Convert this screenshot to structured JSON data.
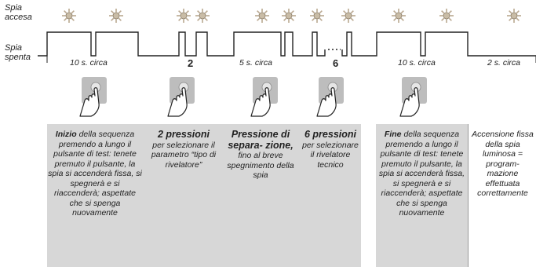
{
  "labels": {
    "spia_accesa": [
      "Spia",
      "accesa"
    ],
    "spia_spenta": [
      "Spia",
      "spenta"
    ]
  },
  "durations": {
    "d1": "10 s. circa",
    "d2": "5 s. circa",
    "d3": "10 s. circa",
    "d4": "2 s. circa"
  },
  "counts": {
    "c1": "2",
    "c2": "6"
  },
  "columns": [
    {
      "bold": "Inizio",
      "rest": "della sequenza premendo a lungo il pulsante di test: tenete premuto il pulsante, la spia si accenderà fissa, si spegnerà e si riaccenderà; aspettate che si spenga nuovamente"
    },
    {
      "bold": "2 pressioni",
      "rest": "per selezionare il parametro “tipo di rivelatore”"
    },
    {
      "bold": "Pressione di separa- zione,",
      "rest": "fino al breve spegnimento della spia"
    },
    {
      "bold": "6 pressioni",
      "rest": "per selezionare il rivelatore tecnico"
    },
    {
      "bold": "Fine",
      "rest": "della sequenza premendo a lungo il pulsante di test: tenete premuto il pulsante, la spia si accenderà fissa, si spegnerà e si riaccenderà; aspettate che si spenga nuovamente"
    },
    {
      "bold": "",
      "rest": "Accensione fissa della spia luminosa = program- mazione effettuata correttamente"
    }
  ],
  "colors": {
    "panel": "#d7d7d7",
    "signal": "#222222",
    "led_ray": "#b9a890",
    "led_core": "#c9bca6"
  },
  "icons": [
    "led-on-icon",
    "hand-press-icon"
  ]
}
